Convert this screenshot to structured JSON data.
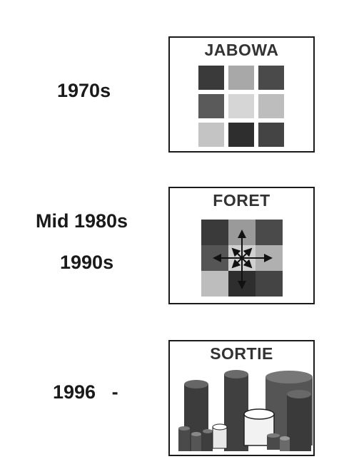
{
  "eras": [
    {
      "label": "1970s"
    },
    {
      "label": "Mid 1980s"
    },
    {
      "label": "1990s"
    },
    {
      "label": "1996   -"
    }
  ],
  "models": [
    {
      "name": "JABOWA",
      "depiction": "grid-of-patches"
    },
    {
      "name": "FORET",
      "depiction": "grid-with-dispersal-arrows"
    },
    {
      "name": "SORTIE",
      "depiction": "individual-trees-cylinders"
    }
  ]
}
